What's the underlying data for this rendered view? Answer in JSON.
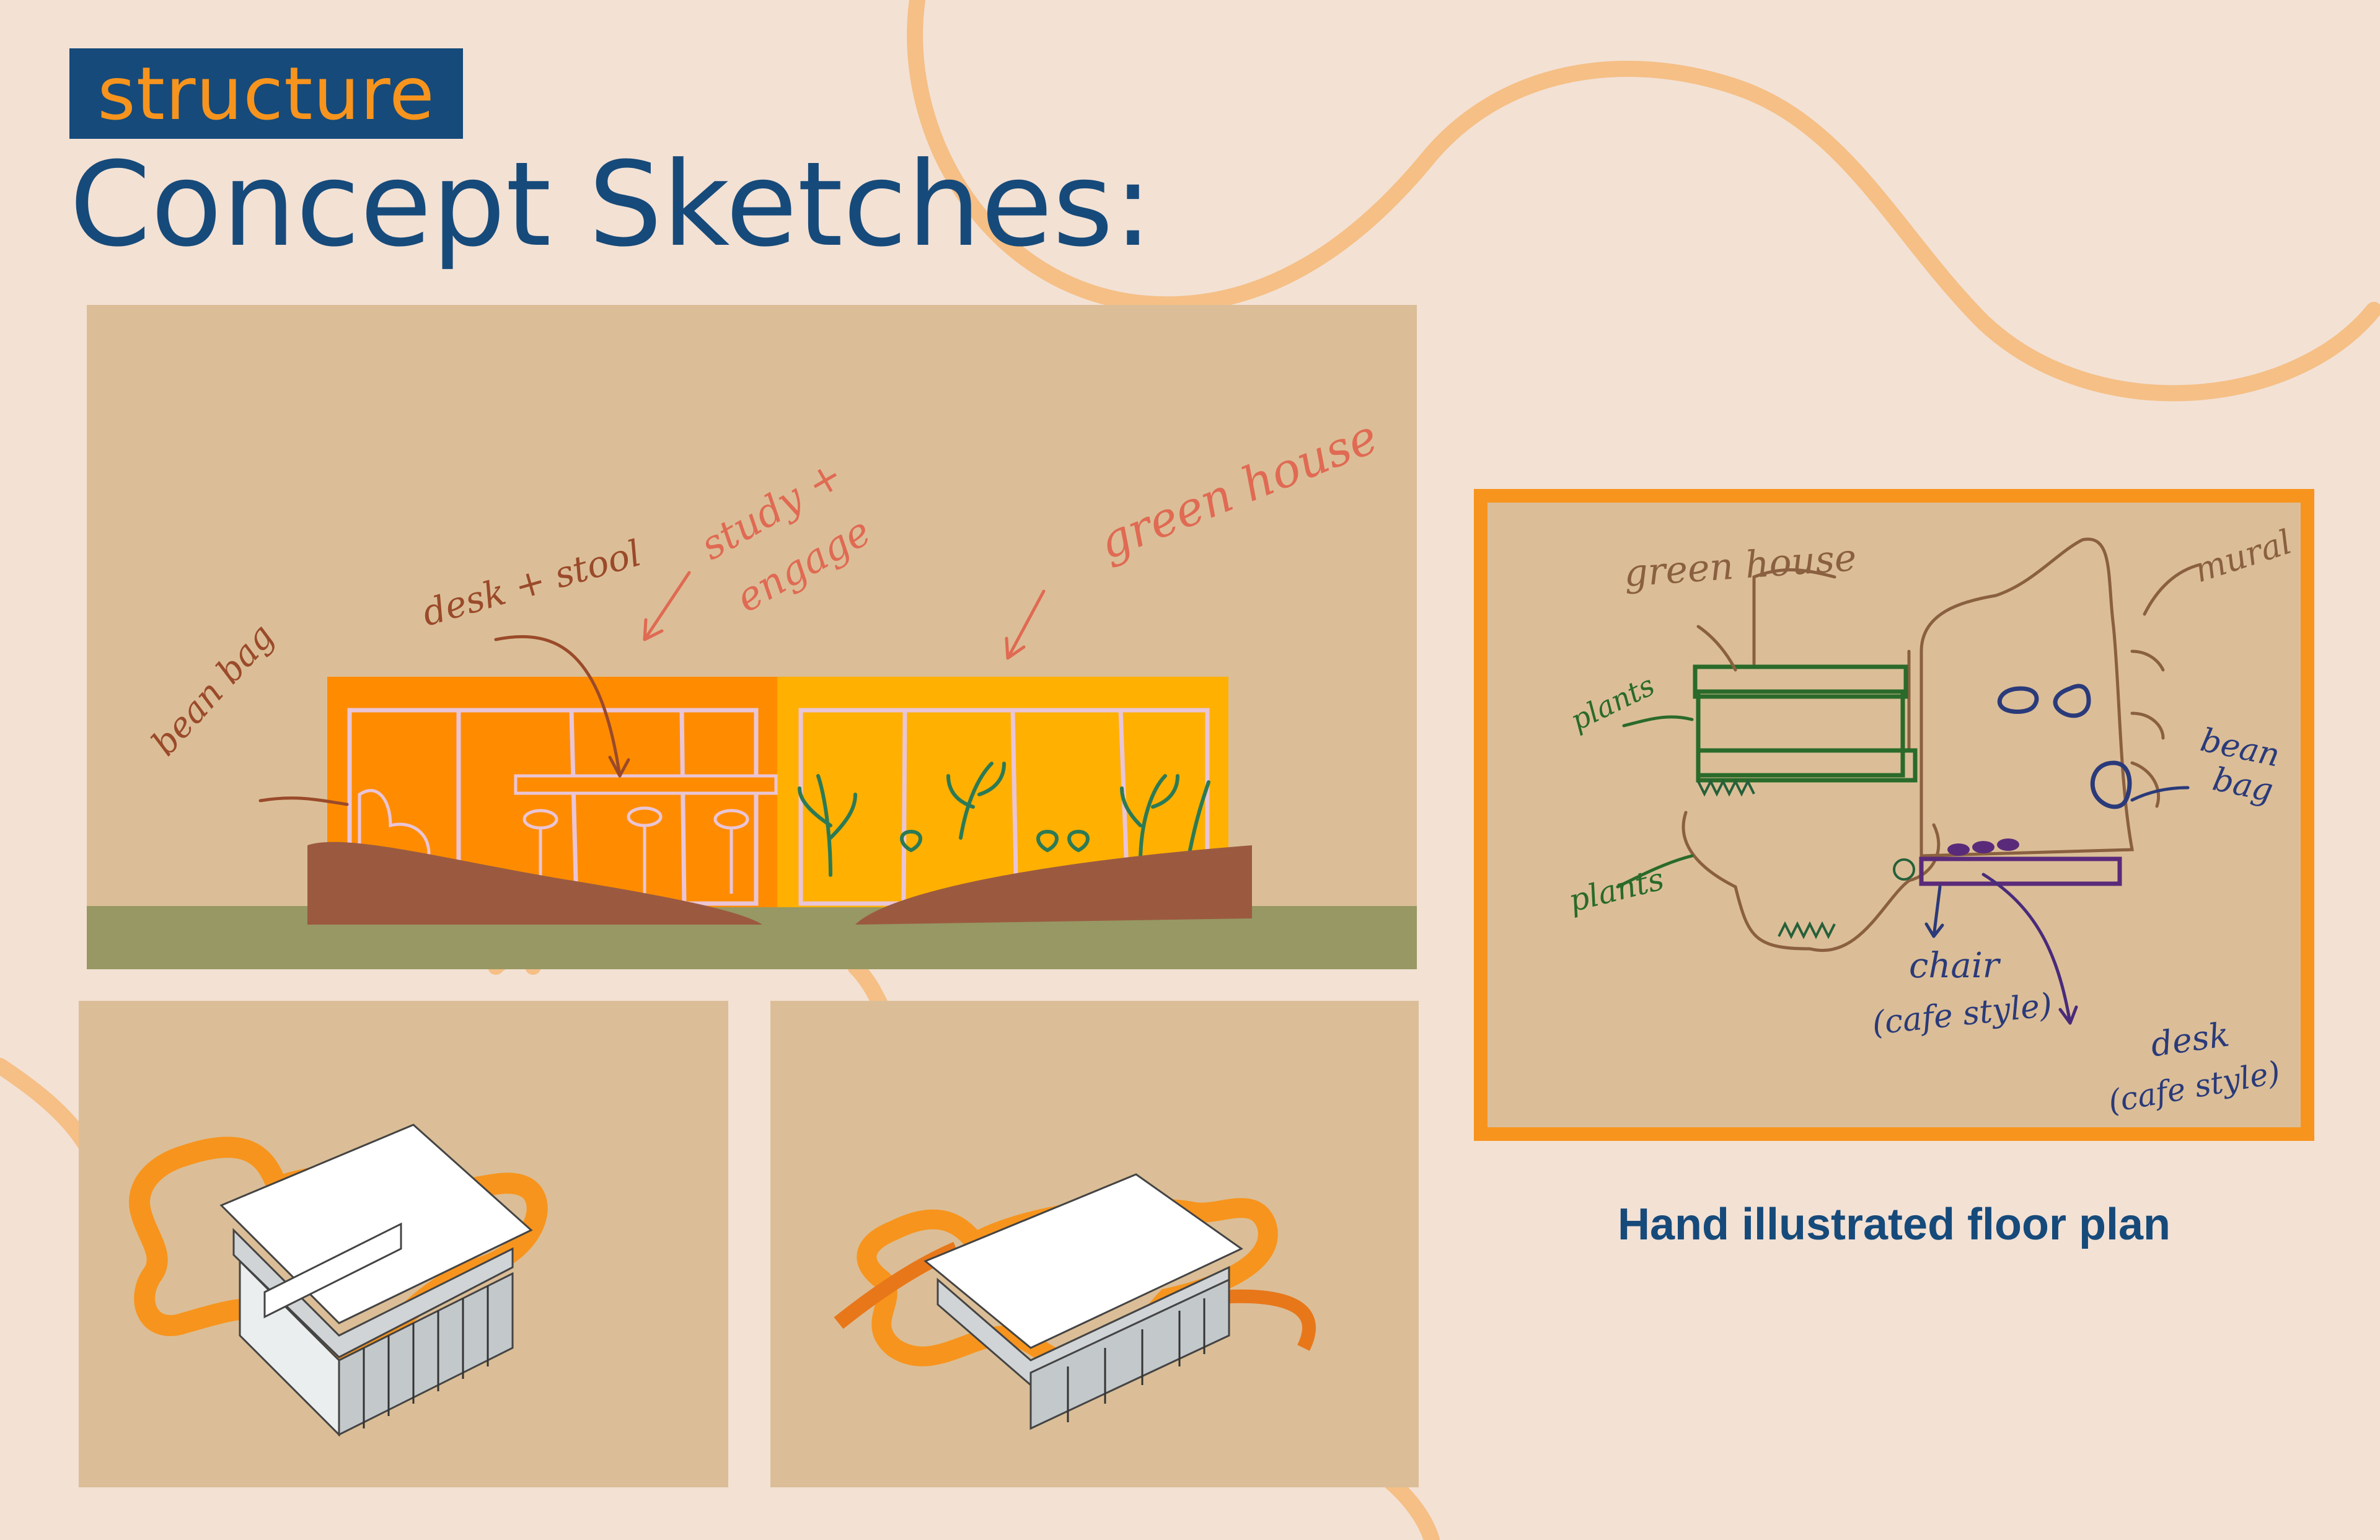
{
  "header": {
    "tag": "structure",
    "title": "Concept Sketches:"
  },
  "elevation_sketch": {
    "notes": {
      "bean_bag": "bean bag",
      "desk_stool": "desk + stool",
      "study_engage_1": "study +",
      "study_engage_2": "engage",
      "green_house": "green house"
    }
  },
  "floor_plan": {
    "notes": {
      "green_house": "green house",
      "mural": "mural",
      "plants_1": "plants",
      "plants_2": "plants",
      "bean_bag_1": "bean",
      "bean_bag_2": "bag",
      "chair_1": "chair",
      "chair_2": "(cafe style)",
      "desk_1": "desk",
      "desk_2": "(cafe style)"
    },
    "caption": "Hand illustrated floor plan"
  },
  "colors": {
    "background": "#f3e1d4",
    "navy": "#164a7a",
    "accent_orange": "#f7941d",
    "panel_tan": "#dbbe97",
    "curve_peach": "#f5bf85"
  }
}
